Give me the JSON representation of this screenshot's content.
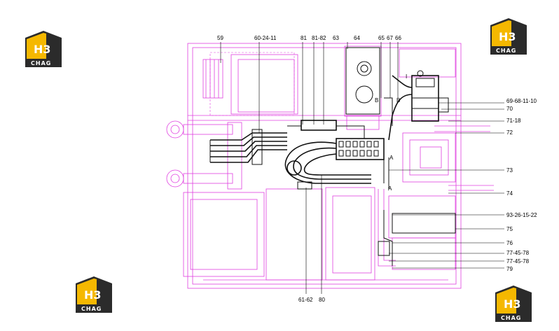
{
  "diagram": {
    "top_labels": [
      "59",
      "60-24-11",
      "81",
      "81-82",
      "63",
      "64",
      "65",
      "67",
      "66"
    ],
    "right_labels": [
      "69-68-11-10",
      "70",
      "71-18",
      "72",
      "73",
      "74",
      "93-26-15-22",
      "75",
      "76",
      "77-45-78",
      "77-45-78",
      "79"
    ],
    "bottom_labels": [
      "61-62",
      "80"
    ],
    "port_labels": [
      "B",
      "B",
      "A",
      "A",
      "I"
    ]
  },
  "watermark": {
    "brand_text": "CHAG",
    "letter": "H3",
    "colors": {
      "yellow": "#f5b800",
      "dark": "#2b2b2b"
    }
  }
}
